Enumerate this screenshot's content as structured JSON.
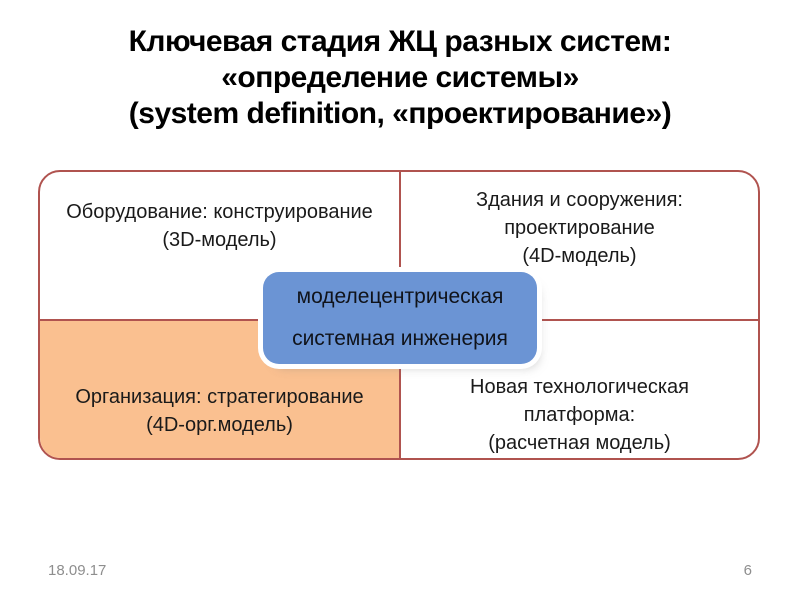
{
  "slide": {
    "title": {
      "lines": [
        "Ключевая стадия ЖЦ разных систем:",
        "«определение системы»",
        "(system definition, «проектирование»)"
      ]
    },
    "footer": {
      "date": "18.09.17",
      "page_number": "6"
    }
  },
  "diagram": {
    "cells": {
      "top_left": {
        "lines": [
          "Оборудование: конструирование",
          "(3D-модель)"
        ]
      },
      "top_right": {
        "lines": [
          "Здания и сооружения:",
          "проектирование",
          "(4D-модель)"
        ]
      },
      "bottom_left": {
        "lines": [
          "Организация: стратегирование",
          "(4D-орг.модель)"
        ]
      },
      "bottom_right": {
        "lines": [
          "Новая технологическая",
          "платформа:",
          "(расчетная модель)"
        ]
      }
    },
    "center_box": {
      "lines": [
        "моделецентрическая",
        "системная инженерия"
      ]
    },
    "colors": {
      "frame_border": "#B0534F",
      "highlight_cell_fill": "#FAC090",
      "center_box_fill": "#6B94D4",
      "footer_text": "#8E8E8E"
    }
  }
}
